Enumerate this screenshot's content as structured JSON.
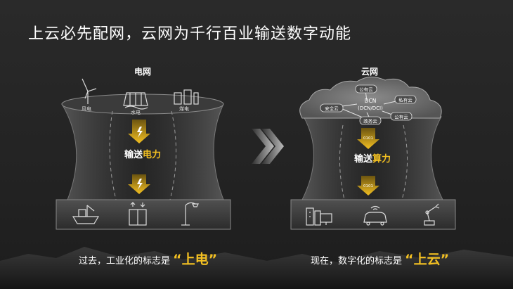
{
  "title": "上云必先配网，云网为千行百业输送数字动能",
  "left_panel": {
    "label": "电网",
    "sources": [
      "风电",
      "水电",
      "煤电"
    ],
    "flow_text_prefix": "输送",
    "flow_text_highlight": "电力"
  },
  "right_panel": {
    "label": "云网",
    "center_label_1": "DCN",
    "center_label_2": "(DCN/DCI)",
    "cloud_nodes": [
      "公有云",
      "私有云",
      "安全云",
      "政务云",
      "公有云"
    ],
    "bits_label": "0101",
    "flow_text_prefix": "输送",
    "flow_text_highlight": "算力"
  },
  "captions": {
    "left_text": "过去，工业化的标志是",
    "left_quote": "“上电”",
    "right_text": "现在，数字化的标志是",
    "right_quote": "“上云”"
  },
  "colors": {
    "accent": "#f3c022",
    "background": "#262626"
  }
}
